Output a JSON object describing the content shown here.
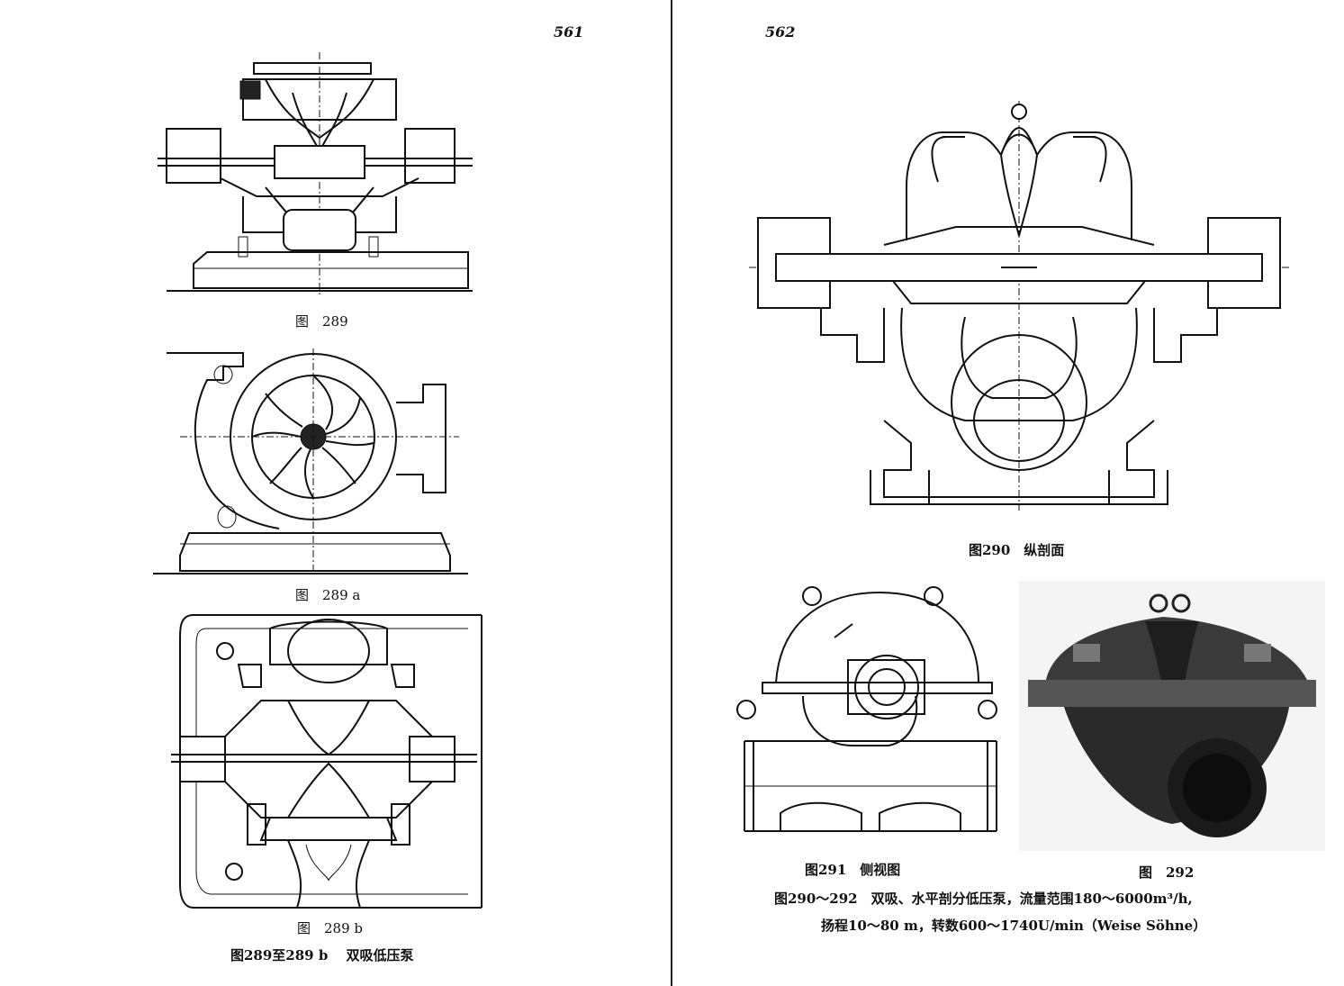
{
  "left_page": {
    "page_number": "561",
    "captions": {
      "fig289": "图　289",
      "fig289a": "图　289 a",
      "fig289b": "图　289 b",
      "group": "图289至289 b　 双吸低压泵"
    }
  },
  "right_page": {
    "page_number": "562",
    "captions": {
      "fig290": "图290　纵剖面",
      "fig291": "图291　侧视图",
      "fig292": "图　292",
      "group_line1": "图290～292　双吸、水平剖分低压泵，流量范围180～6000m³/h,",
      "group_line2": "扬程10～80 m，转数600～1740U/min（Weise Söhne）"
    }
  }
}
